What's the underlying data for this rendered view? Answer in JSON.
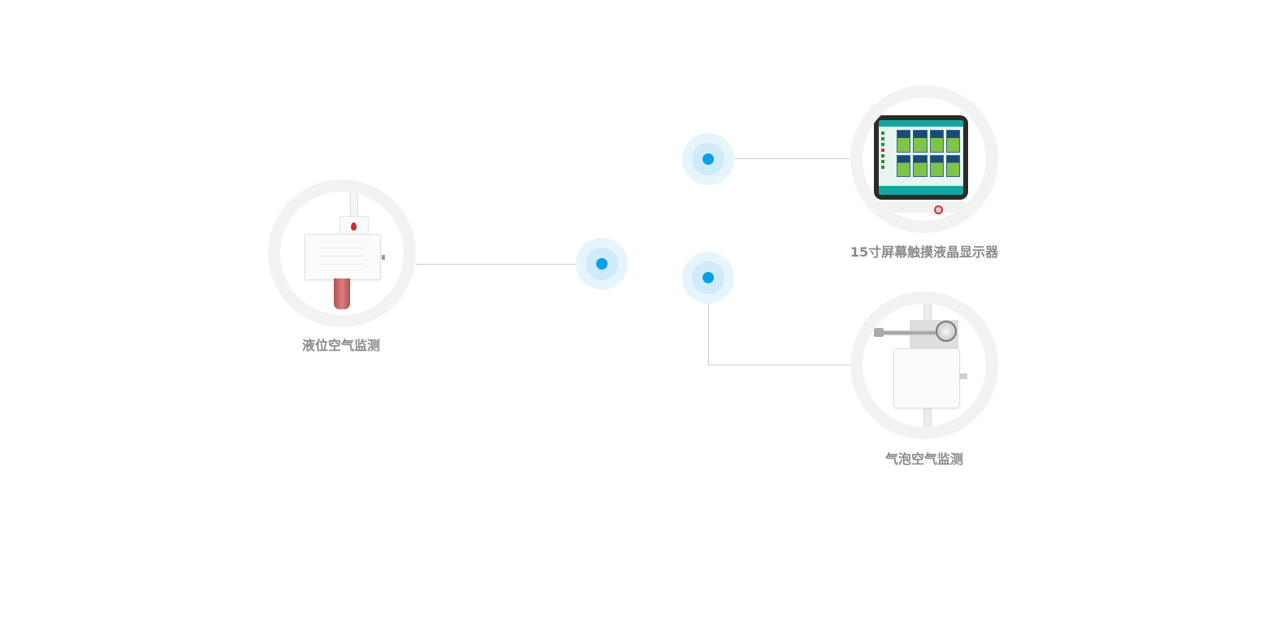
{
  "features": [
    {
      "id": "liquid-level",
      "label": "液位空气监测",
      "icon": "liquid-level-sensor"
    },
    {
      "id": "touchscreen",
      "label": "15寸屏幕触摸液晶显示器",
      "icon": "touchscreen-monitor"
    },
    {
      "id": "bubble",
      "label": "气泡空气监测",
      "icon": "bubble-sensor"
    }
  ],
  "colors": {
    "hotspot": "#0aa0e8",
    "ring": "#f2f2f2",
    "label": "#8a8a8a",
    "connector": "#cccccc"
  }
}
